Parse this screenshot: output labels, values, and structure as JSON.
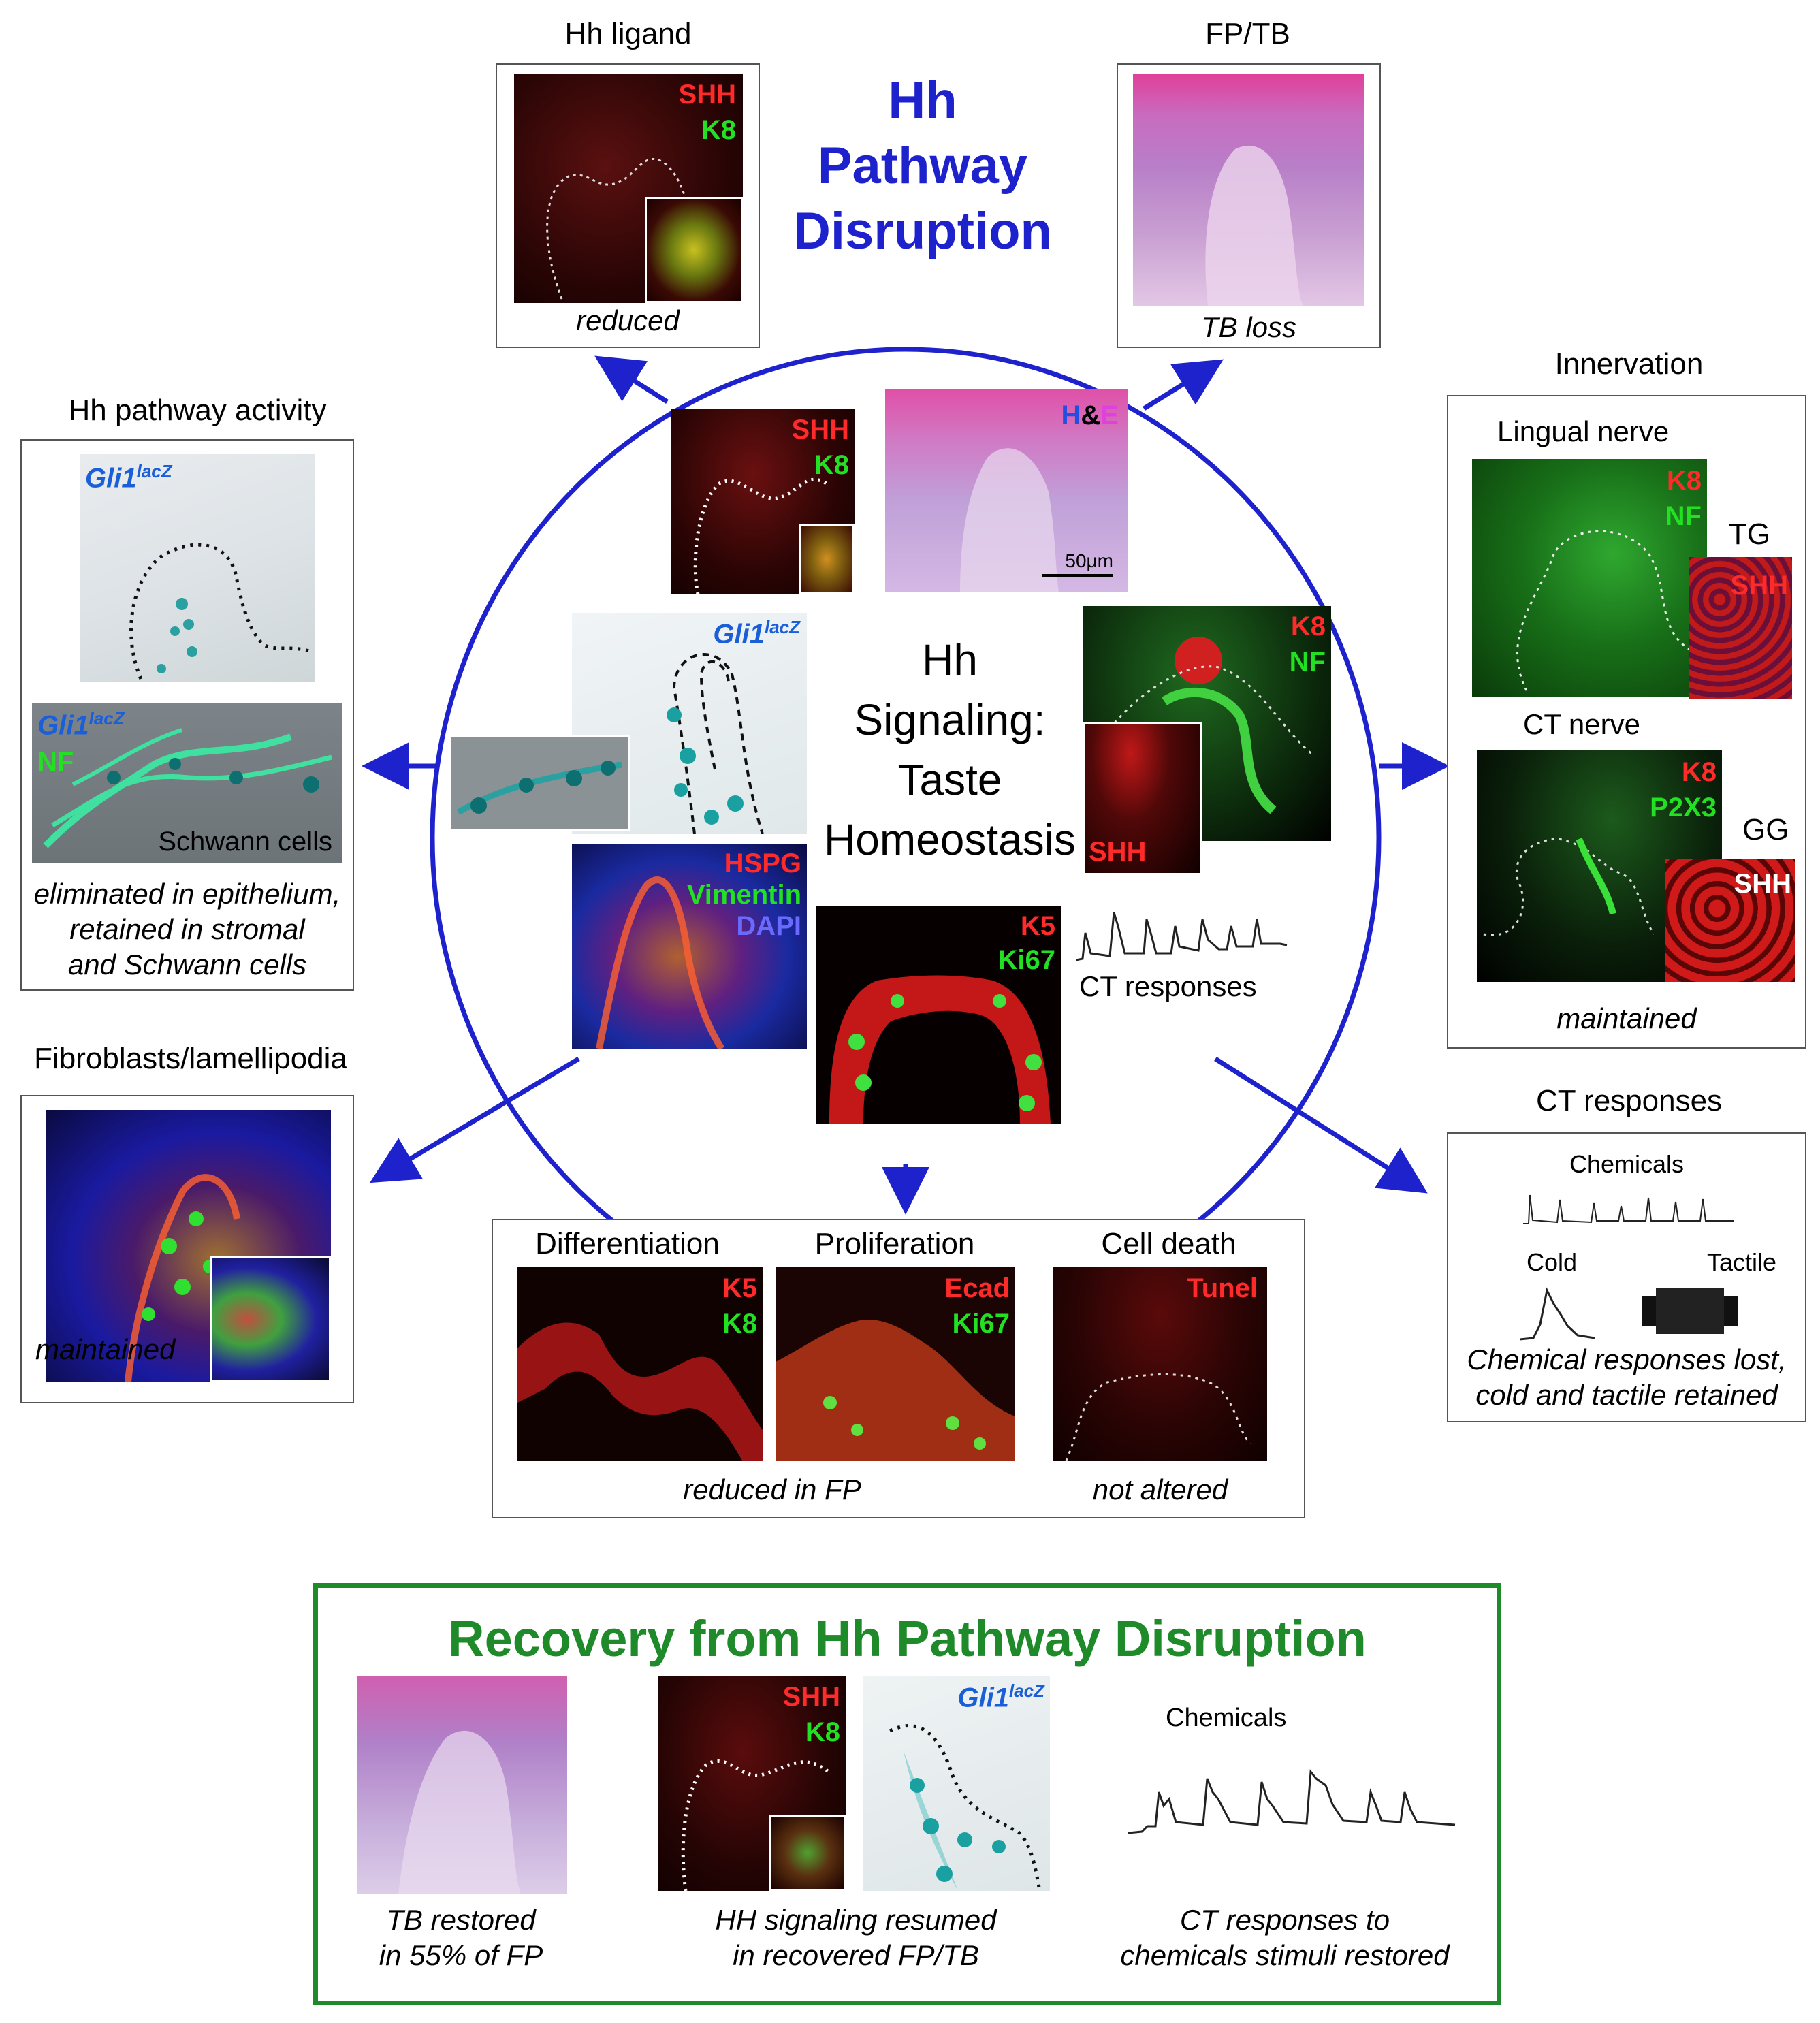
{
  "disruption_title": [
    "Hh",
    "Pathway",
    "Disruption"
  ],
  "center_title": [
    "Hh",
    "Signaling:",
    "Taste",
    "Homeostasis"
  ],
  "panels": {
    "hh_ligand": {
      "title": "Hh ligand",
      "caption": "reduced",
      "labels": [
        "SHH",
        "K8"
      ]
    },
    "fp_tb": {
      "title": "FP/TB",
      "caption": "TB loss"
    },
    "hh_activity": {
      "title": "Hh pathway activity",
      "gli": "Gli1",
      "lacz": "lacZ",
      "nf": "NF",
      "schwann": "Schwann cells",
      "caption": [
        "eliminated in epithelium,",
        "retained in stromal",
        "and Schwann cells"
      ]
    },
    "innervation": {
      "title": "Innervation",
      "lingual": "Lingual nerve",
      "ct_nerve": "CT nerve",
      "tg": "TG",
      "gg": "GG",
      "k8": "K8",
      "nf": "NF",
      "p2x3": "P2X3",
      "shh": "SHH",
      "caption": "maintained"
    },
    "fibroblasts": {
      "title": "Fibroblasts/lamellipodia",
      "caption": "maintained"
    },
    "ct_responses": {
      "title": "CT responses",
      "chemicals": "Chemicals",
      "cold": "Cold",
      "tactile": "Tactile",
      "caption": [
        "Chemical responses lost,",
        "cold and tactile retained"
      ]
    },
    "bottom": {
      "differentiation": "Differentiation",
      "proliferation": "Proliferation",
      "cell_death": "Cell death",
      "k5": "K5",
      "k8": "K8",
      "ecad": "Ecad",
      "ki67": "Ki67",
      "tunel": "Tunel",
      "caption_left": "reduced in FP",
      "caption_right": "not altered"
    }
  },
  "center": {
    "shh": "SHH",
    "k8": "K8",
    "h": "H",
    "amp": "&",
    "e": "E",
    "scale": "50μm",
    "gli": "Gli1",
    "lacz": "lacZ",
    "nf": "NF",
    "hspg": "HSPG",
    "vimentin": "Vimentin",
    "dapi": "DAPI",
    "k5": "K5",
    "ki67": "Ki67",
    "ct": "CT responses"
  },
  "recovery": {
    "title": "Recovery from Hh Pathway Disruption",
    "shh": "SHH",
    "k8": "K8",
    "gli": "Gli1",
    "lacz": "lacZ",
    "chemicals": "Chemicals",
    "cap1": [
      "TB restored",
      "in 55% of FP"
    ],
    "cap2": [
      "HH signaling resumed",
      "in recovered FP/TB"
    ],
    "cap3": [
      "CT responses to",
      "chemicals stimuli restored"
    ]
  },
  "colors": {
    "ellipse": "#1e22cc",
    "recovery_border": "#1e8a2a",
    "marker_red": "#ff2a2a",
    "marker_green": "#22e022",
    "gli_blue": "#1a5fd8"
  }
}
